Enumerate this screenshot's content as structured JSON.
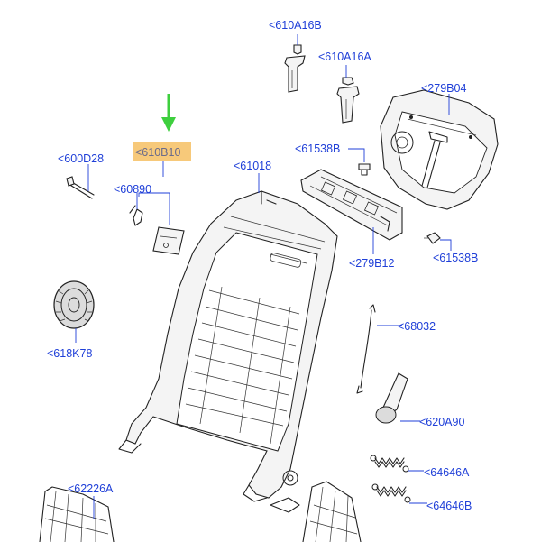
{
  "labels": {
    "p610A16B": "<610A16B",
    "p610A16A": "<610A16A",
    "p279B04": "<279B04",
    "p61538B_top": "<61538B",
    "p61018": "<61018",
    "p610B10": "<610B10",
    "p600D28": "<600D28",
    "p60890": "<60890",
    "p279B12": "<279B12",
    "p61538B_right": "<61538B",
    "p68032": "<68032",
    "p618K78": "<618K78",
    "p620A90": "<620A90",
    "p64646A": "<64646A",
    "p64646B": "<64646B",
    "p62226A": "<62226A"
  },
  "colors": {
    "label": "#1f3fd8",
    "highlight": "#f7c97a",
    "arrow": "#3ecf3e"
  },
  "selected_part": "<610B10"
}
